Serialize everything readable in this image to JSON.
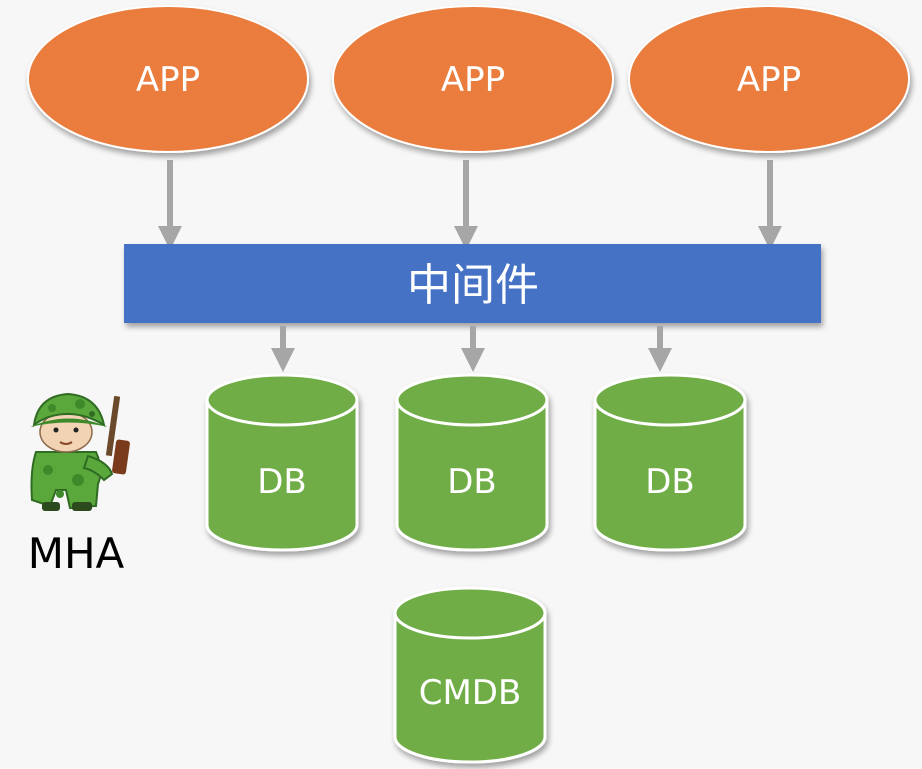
{
  "apps": [
    {
      "label": "APP"
    },
    {
      "label": "APP"
    },
    {
      "label": "APP"
    }
  ],
  "middleware": {
    "label": "中间件"
  },
  "databases": [
    {
      "label": "DB"
    },
    {
      "label": "DB"
    },
    {
      "label": "DB"
    }
  ],
  "cmdb": {
    "label": "CMDB"
  },
  "mha": {
    "label": "MHA",
    "icon": "soldier-icon"
  },
  "colors": {
    "background": "#f7f7f7",
    "app": "#ea7b3c",
    "middleware": "#4472c4",
    "database": "#70ad47",
    "arrow": "#a6a6a6"
  }
}
